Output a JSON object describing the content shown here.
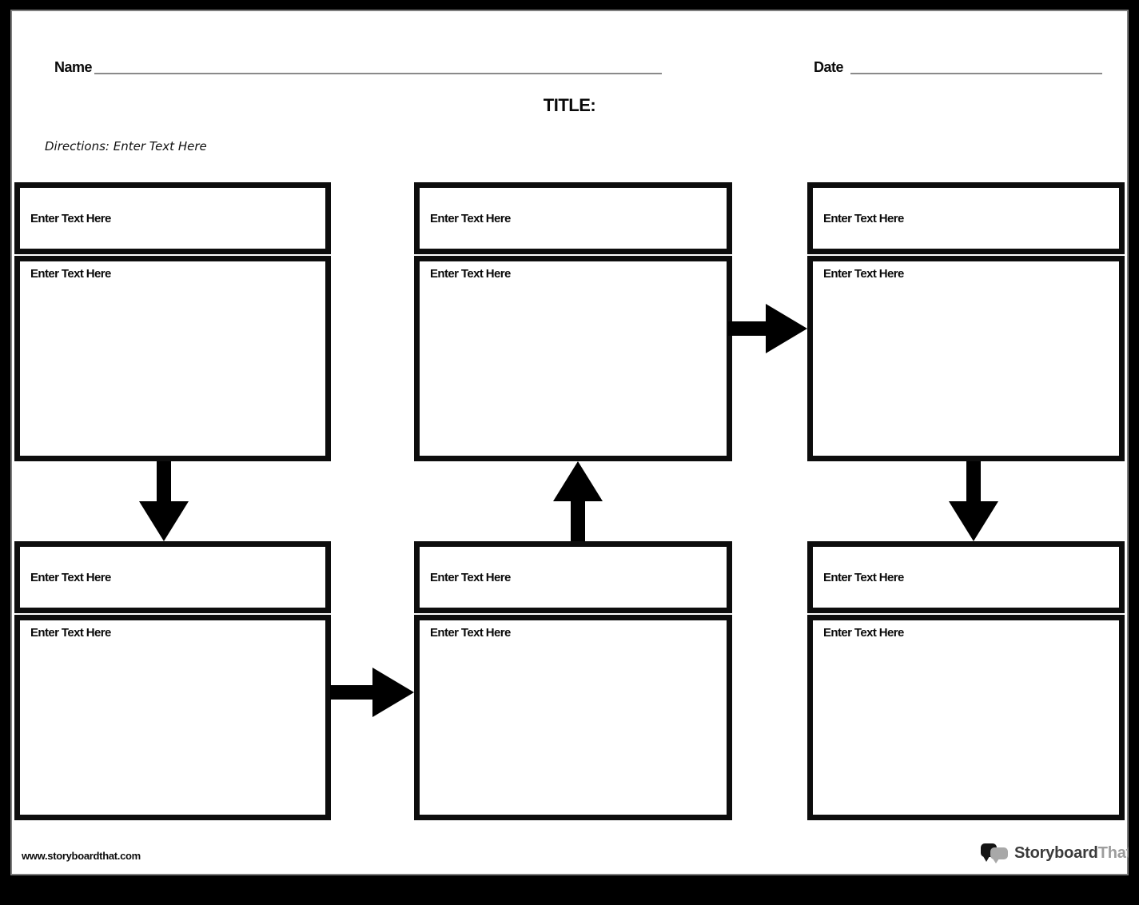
{
  "header": {
    "name_label": "Name",
    "date_label": "Date",
    "title_label": "TITLE:",
    "directions": "Directions: Enter Text Here"
  },
  "boxes": [
    {
      "position": "top-left",
      "header": "Enter Text Here",
      "body": "Enter Text Here"
    },
    {
      "position": "top-middle",
      "header": "Enter Text Here",
      "body": "Enter Text Here"
    },
    {
      "position": "top-right",
      "header": "Enter Text Here",
      "body": "Enter Text Here"
    },
    {
      "position": "bottom-left",
      "header": "Enter Text Here",
      "body": "Enter Text Here"
    },
    {
      "position": "bottom-middle",
      "header": "Enter Text Here",
      "body": "Enter Text Here"
    },
    {
      "position": "bottom-right",
      "header": "Enter Text Here",
      "body": "Enter Text Here"
    }
  ],
  "arrows": [
    {
      "name": "arrow-down-icon",
      "from": "top-left",
      "to": "bottom-left"
    },
    {
      "name": "arrow-right-icon",
      "from": "bottom-left",
      "to": "bottom-middle"
    },
    {
      "name": "arrow-up-icon",
      "from": "bottom-middle",
      "to": "top-middle"
    },
    {
      "name": "arrow-right-icon",
      "from": "top-middle",
      "to": "top-right"
    },
    {
      "name": "arrow-down-icon",
      "from": "top-right",
      "to": "bottom-right"
    }
  ],
  "footer": {
    "url": "www.storyboardthat.com",
    "logo_part1": "Storyboard",
    "logo_part2": "That"
  },
  "colors": {
    "frame": "#000000",
    "box_border": "#0d0d0d",
    "underline_gray": "#8a8a8a",
    "logo_dark": "#3b3b3b",
    "logo_light": "#9d9d9d",
    "bubble_black": "#141414",
    "bubble_gray": "#a8a8a8"
  }
}
